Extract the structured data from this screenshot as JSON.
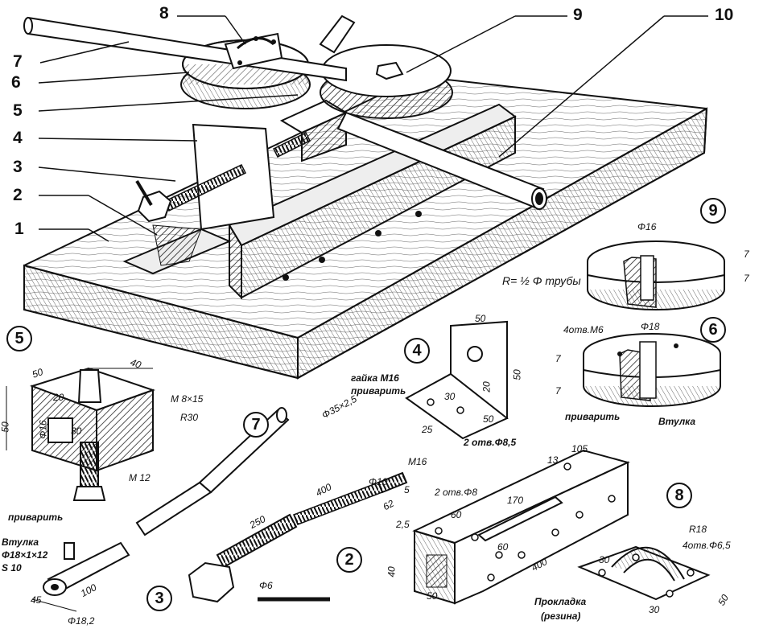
{
  "callouts": [
    "1",
    "2",
    "3",
    "4",
    "5",
    "6",
    "7",
    "8",
    "9",
    "10"
  ],
  "details": {
    "d2": {
      "id": "2",
      "dims": [
        "2 отв.Φ8",
        "2,5",
        "60",
        "13",
        "105",
        "170",
        "60",
        "400",
        "40",
        "50"
      ]
    },
    "d3": {
      "id": "3",
      "dims": [
        "Φ6"
      ]
    },
    "d4": {
      "id": "4",
      "dims": [
        "50",
        "50",
        "20",
        "30",
        "25",
        "50"
      ],
      "notes": [
        "гайка М16",
        "приварить",
        "2 отв.Φ8,5"
      ]
    },
    "d5": {
      "id": "5",
      "dims": [
        "50",
        "40",
        "20",
        "50",
        "30",
        "Φ16",
        "M 8×15",
        "R30",
        "M 12"
      ]
    },
    "d6": {
      "id": "6",
      "dims": [
        "4отв.М6",
        "Φ18",
        "7",
        "7"
      ],
      "notes": [
        "приварить",
        "Втулка"
      ]
    },
    "d7": {
      "id": "7",
      "dims": [
        "Φ35×2,5",
        "400",
        "250",
        "Φ10",
        "М16",
        "62",
        "5",
        "100",
        "45",
        "Φ18,2"
      ],
      "notes": [
        "приварить",
        "Втулка",
        "Φ18×1×12",
        "S 10"
      ]
    },
    "d8": {
      "id": "8",
      "dims": [
        "R18",
        "4отв.Φ6,5",
        "30",
        "50",
        "30"
      ],
      "notes": [
        "Прокладка",
        "(резина)"
      ]
    },
    "d9": {
      "id": "9",
      "dims": [
        "Φ16",
        "7",
        "7",
        "R= ½ Φ трубы"
      ]
    }
  }
}
